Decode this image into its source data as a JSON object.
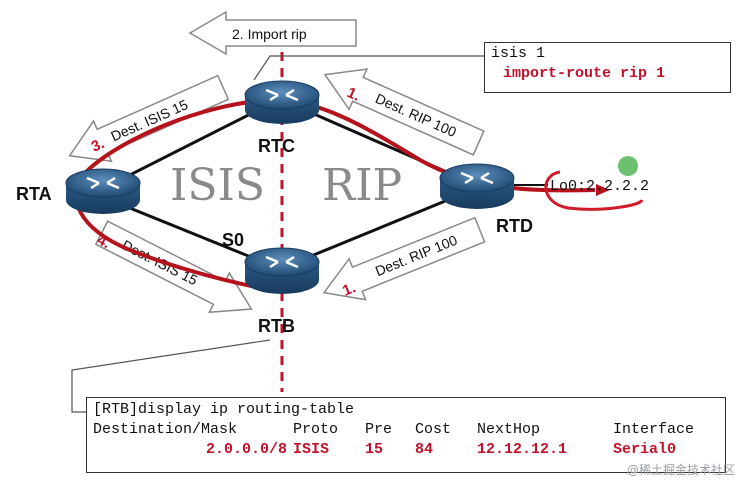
{
  "arrows": {
    "import_rip": "2. Import rip",
    "dest_isis_top": "Dest. ISIS 15",
    "dest_isis_bottom": "Dest. ISIS 15",
    "dest_rip_top": "Dest. RIP 100",
    "dest_rip_bottom": "Dest. RIP 100",
    "step3": "3.",
    "step4": "4.",
    "step1_top": "1.",
    "step1_bottom": "1."
  },
  "routers": {
    "rta": "RTA",
    "rtb": "RTB",
    "rtc": "RTC",
    "rtd": "RTD",
    "s0": "S0"
  },
  "protocols": {
    "isis": "ISIS",
    "rip": "RIP"
  },
  "loopback": "Lo0:2.2.2.2",
  "config": {
    "line1": "isis 1",
    "line2": "import-route rip 1"
  },
  "routing_table": {
    "command": "[RTB]display ip routing-table",
    "headers": [
      "Destination/Mask",
      "Proto",
      "Pre",
      "Cost",
      "NextHop",
      "Interface"
    ],
    "row": [
      "2.0.0.0/8",
      "ISIS",
      "15",
      "84",
      "12.12.12.1",
      "Serial0"
    ]
  },
  "watermark": "@稀土掘金技术社区",
  "colors": {
    "path_red": "#b5121b",
    "highlight_red": "#c0122b",
    "router_blue": "#2f5f8a",
    "green_dot": "#6cc070"
  }
}
